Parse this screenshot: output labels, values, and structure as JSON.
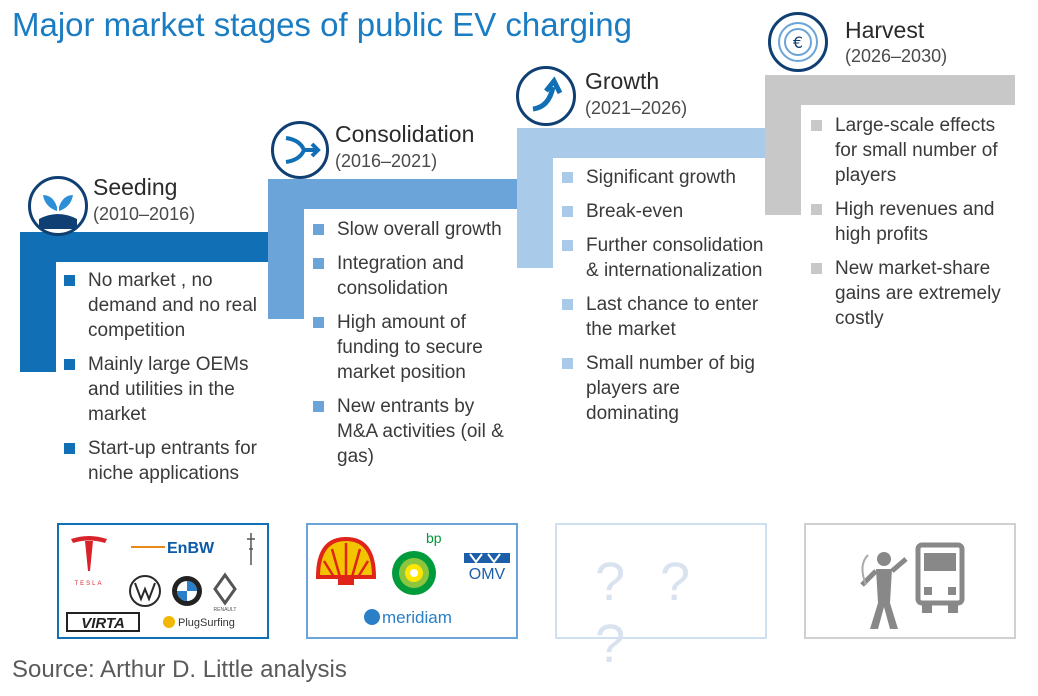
{
  "title": "Major market stages of public EV charging",
  "source": "Source: Arthur D. Little analysis",
  "colors": {
    "seeding": "#1170b5",
    "consolidation": "#6aa4d9",
    "growth": "#a9cbe9",
    "harvest": "#c8c8c8",
    "icon_ring": "#0f3f73"
  },
  "stages": [
    {
      "name": "Seeding",
      "years": "(2010–2016)",
      "icon": "plant-sprout-icon",
      "bullets": [
        "No market , no demand and no real competition",
        "Mainly large OEMs and utilities in the market",
        "Start-up entrants for niche applications"
      ]
    },
    {
      "name": "Consolidation",
      "years": "(2016–2021)",
      "icon": "merge-arrows-icon",
      "bullets": [
        "Slow overall growth",
        "Integration and consolidation",
        "High amount of funding to secure market position",
        "New entrants by M&A activities (oil & gas)"
      ]
    },
    {
      "name": "Growth",
      "years": "(2021–2026)",
      "icon": "growth-arrow-icon",
      "bullets": [
        "Significant growth",
        "Break-even",
        "Further consolidation & internationalization",
        "Last chance to enter the market",
        "Small number of big players are dominating"
      ]
    },
    {
      "name": "Harvest",
      "years": "(2026–2030)",
      "icon": "euro-coin-icon",
      "bullets": [
        "Large-scale effects for small number of players",
        "High revenues and high profits",
        "New market-share gains are extremely costly"
      ]
    }
  ],
  "logos": {
    "seeding": [
      "EnBW",
      "TESLA",
      "VIRTA",
      "PlugSurfing",
      "RENAULT"
    ],
    "consolidation": [
      "bp",
      "OMV",
      "meridiam"
    ],
    "growth": [
      "? ? ?"
    ],
    "harvest": [
      "person-at-charger-pictogram"
    ]
  }
}
